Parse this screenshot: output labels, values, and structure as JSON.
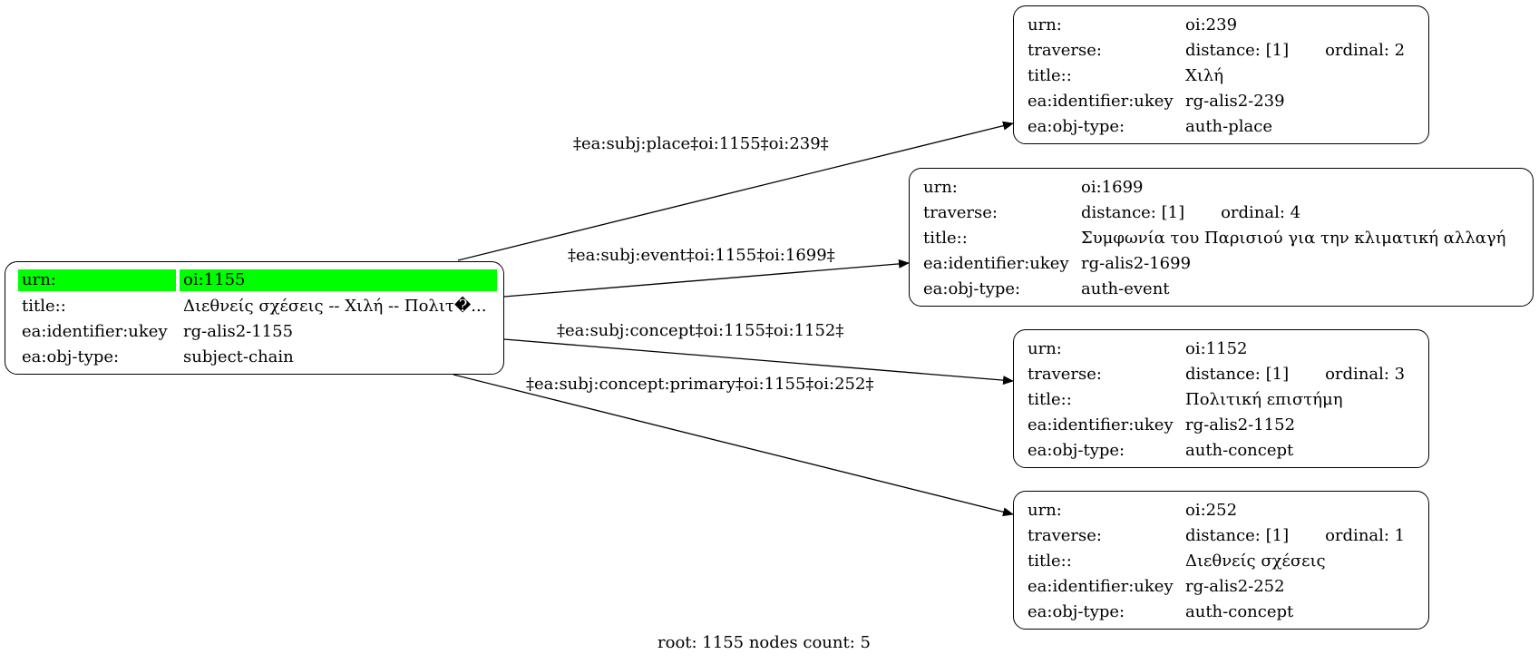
{
  "root_node": {
    "rows": [
      {
        "key": "urn:",
        "value": "oi:1155"
      },
      {
        "key": "title::",
        "value": "Διεθνείς σχέσεις -- Χιλή -- Πολιτ�..."
      },
      {
        "key": "ea:identifier:ukey",
        "value": "rg-alis2-1155"
      },
      {
        "key": "ea:obj-type:",
        "value": "subject-chain"
      }
    ],
    "highlight_color": "#00ff00"
  },
  "nodes": [
    {
      "urn_key": "urn:",
      "urn": "oi:239",
      "traverse_key": "traverse:",
      "distance": "distance: [1]",
      "ordinal": "ordinal: 2",
      "title_key": "title::",
      "title": "Χιλή",
      "ukey_key": "ea:identifier:ukey",
      "ukey": "rg-alis2-239",
      "type_key": "ea:obj-type:",
      "type": "auth-place"
    },
    {
      "urn_key": "urn:",
      "urn": "oi:1699",
      "traverse_key": "traverse:",
      "distance": "distance: [1]",
      "ordinal": "ordinal: 4",
      "title_key": "title::",
      "title": "Συμφωνία του Παρισιού για την κλιματική αλλαγή",
      "ukey_key": "ea:identifier:ukey",
      "ukey": "rg-alis2-1699",
      "type_key": "ea:obj-type:",
      "type": "auth-event"
    },
    {
      "urn_key": "urn:",
      "urn": "oi:1152",
      "traverse_key": "traverse:",
      "distance": "distance: [1]",
      "ordinal": "ordinal: 3",
      "title_key": "title::",
      "title": "Πολιτική επιστήμη",
      "ukey_key": "ea:identifier:ukey",
      "ukey": "rg-alis2-1152",
      "type_key": "ea:obj-type:",
      "type": "auth-concept"
    },
    {
      "urn_key": "urn:",
      "urn": "oi:252",
      "traverse_key": "traverse:",
      "distance": "distance: [1]",
      "ordinal": "ordinal: 1",
      "title_key": "title::",
      "title": "Διεθνείς σχέσεις",
      "ukey_key": "ea:identifier:ukey",
      "ukey": "rg-alis2-252",
      "type_key": "ea:obj-type:",
      "type": "auth-concept"
    }
  ],
  "edges": [
    {
      "label": "‡ea:subj:place‡oi:1155‡oi:239‡"
    },
    {
      "label": "‡ea:subj:event‡oi:1155‡oi:1699‡"
    },
    {
      "label": "‡ea:subj:concept‡oi:1155‡oi:1152‡"
    },
    {
      "label": "‡ea:subj:concept:primary‡oi:1155‡oi:252‡"
    }
  ],
  "footer": "root: 1155 nodes count: 5"
}
